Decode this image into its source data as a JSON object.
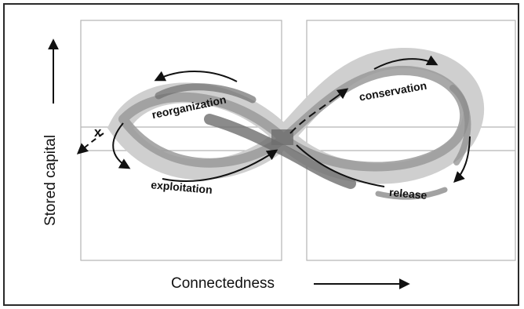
{
  "diagram": {
    "phases": {
      "reorganization": "reorganization",
      "exploitation": "exploitation",
      "conservation": "conservation",
      "release": "release"
    },
    "exit_mark": "x",
    "axes": {
      "y_label": "Stored capital",
      "x_label": "Connectedness"
    },
    "colors": {
      "ink": "#111111",
      "band_light": "#bdbdbd",
      "band_mid": "#9a9a9a",
      "band_dark": "#6e6e6e",
      "grid": "#b5b5b5"
    }
  }
}
